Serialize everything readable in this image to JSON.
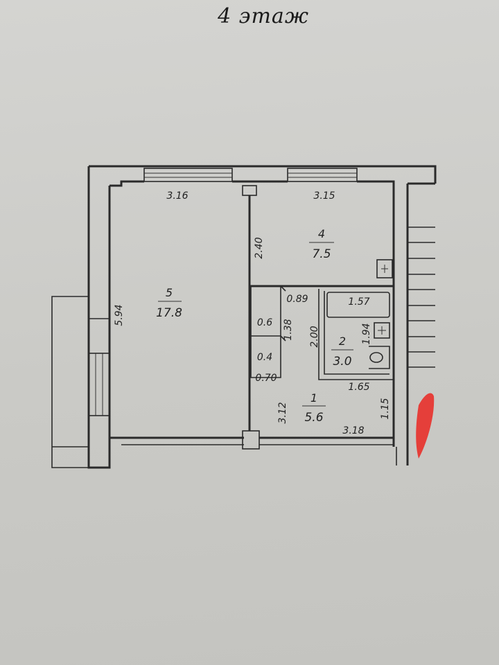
{
  "header": {
    "floor_label": "4 этаж"
  },
  "rooms": [
    {
      "number": "5",
      "area": "17.8"
    },
    {
      "number": "4",
      "area": "7.5"
    },
    {
      "number": "2",
      "area": "3.0"
    },
    {
      "number": "1",
      "area": "5.6"
    }
  ],
  "small_areas": {
    "pantry_upper": "0.6",
    "pantry_lower": "0.4"
  },
  "dimensions": {
    "top_left": "3.16",
    "top_right": "3.15",
    "room4_height": "2.40",
    "room5_height": "5.94",
    "bath_gap": "0.89",
    "bath_width": "1.57",
    "bath_inner_height": "1.94",
    "bath_left_height": "2.00",
    "pantry_height": "1.38",
    "pantry_width": "0.70",
    "bath_bottom_width": "1.65",
    "hall_left": "3.12",
    "hall_right": "1.15",
    "hall_bottom": "3.18"
  },
  "colors": {
    "ink": "#2a2a2a",
    "paper": "#cfcfcc",
    "marker": "#e8302a"
  }
}
